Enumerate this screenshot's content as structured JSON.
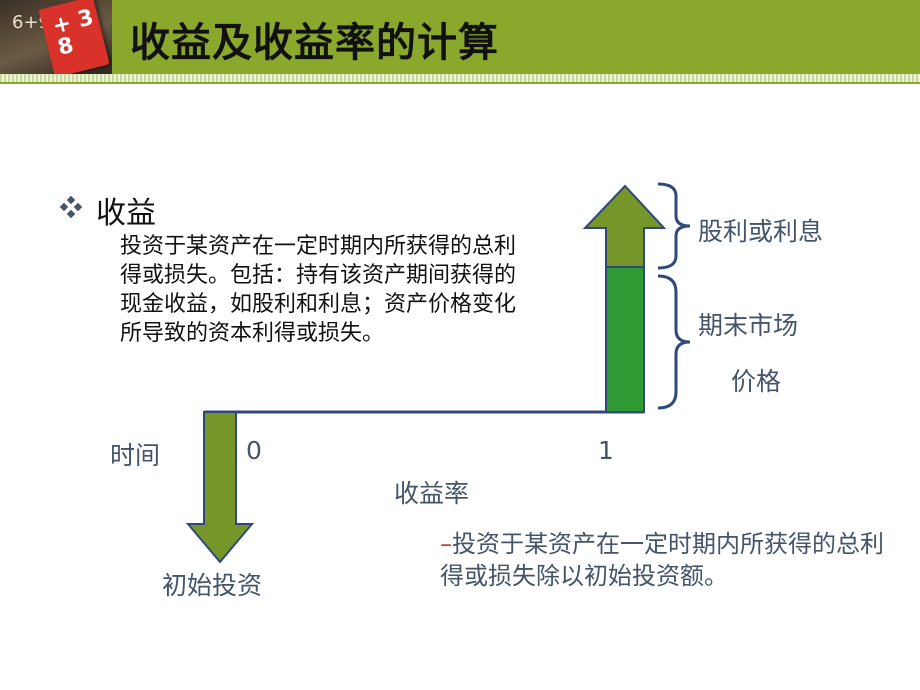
{
  "header": {
    "title": "收益及收益率的计算",
    "logo_text": "6+9",
    "logo_card_text": "+ 3 8"
  },
  "income": {
    "heading": "收益",
    "definition": "投资于某资产在一定时期内所获得的总利得或损失。包括：持有该资产期间获得的现金收益，如股利和利息；资产价格变化所导致的资本利得或损失。"
  },
  "diagram": {
    "dividend_label": "股利或利息",
    "market_price_line1": "期末市场",
    "market_price_line2": "价格",
    "time_label": "时间",
    "t0_label": "0",
    "t1_label": "1",
    "initial_investment_label": "初始投资",
    "colors": {
      "arrow_green": "#76962a",
      "bar_green": "#2f9a33",
      "brace_blue": "#2f4a7a"
    }
  },
  "rate": {
    "heading": "收益率",
    "dash": "–",
    "definition": "投资于某资产在一定时期内所获得的总利得或损失除以初始投资额。"
  }
}
